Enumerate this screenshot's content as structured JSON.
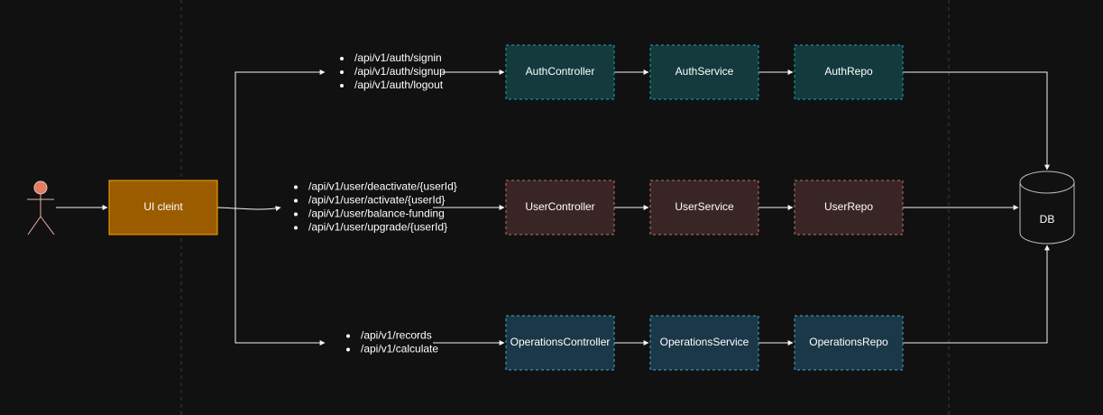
{
  "colors": {
    "background": "#111111",
    "edge": "#f2f2f2",
    "guide": "#3b3b3b",
    "client_fill": "#9b5c00",
    "client_stroke": "#ffa500",
    "auth_fill": "#143a3d",
    "auth_stroke": "#17a7b0",
    "user_fill": "#3a2526",
    "user_stroke": "#c0716c",
    "ops_fill": "#1b3848",
    "ops_stroke": "#49a6c8",
    "db_fill": "#111111",
    "db_stroke": "#bdbdbd",
    "actor_head": "#e27d60"
  },
  "actor": {
    "icon": "user-icon"
  },
  "client": {
    "label": "UI cleint"
  },
  "lanes": [
    {
      "id": "auth",
      "endpoints": [
        "/api/v1/auth/signin",
        "/api/v1/auth/signup",
        "/api/v1/auth/logout"
      ],
      "controller": "AuthController",
      "service": "AuthService",
      "repo": "AuthRepo"
    },
    {
      "id": "user",
      "endpoints": [
        "/api/v1/user/deactivate/{userId}",
        "/api/v1/user/activate/{userId}",
        "/api/v1/user/balance-funding",
        "/api/v1/user/upgrade/{userId}"
      ],
      "controller": "UserController",
      "service": "UserService",
      "repo": "UserRepo"
    },
    {
      "id": "ops",
      "endpoints": [
        "/api/v1/records",
        "/api/v1/calculate"
      ],
      "controller": "OperationsController",
      "service": "OperationsService",
      "repo": "OperationsRepo"
    }
  ],
  "db": {
    "label": "DB",
    "icon": "database-icon"
  }
}
